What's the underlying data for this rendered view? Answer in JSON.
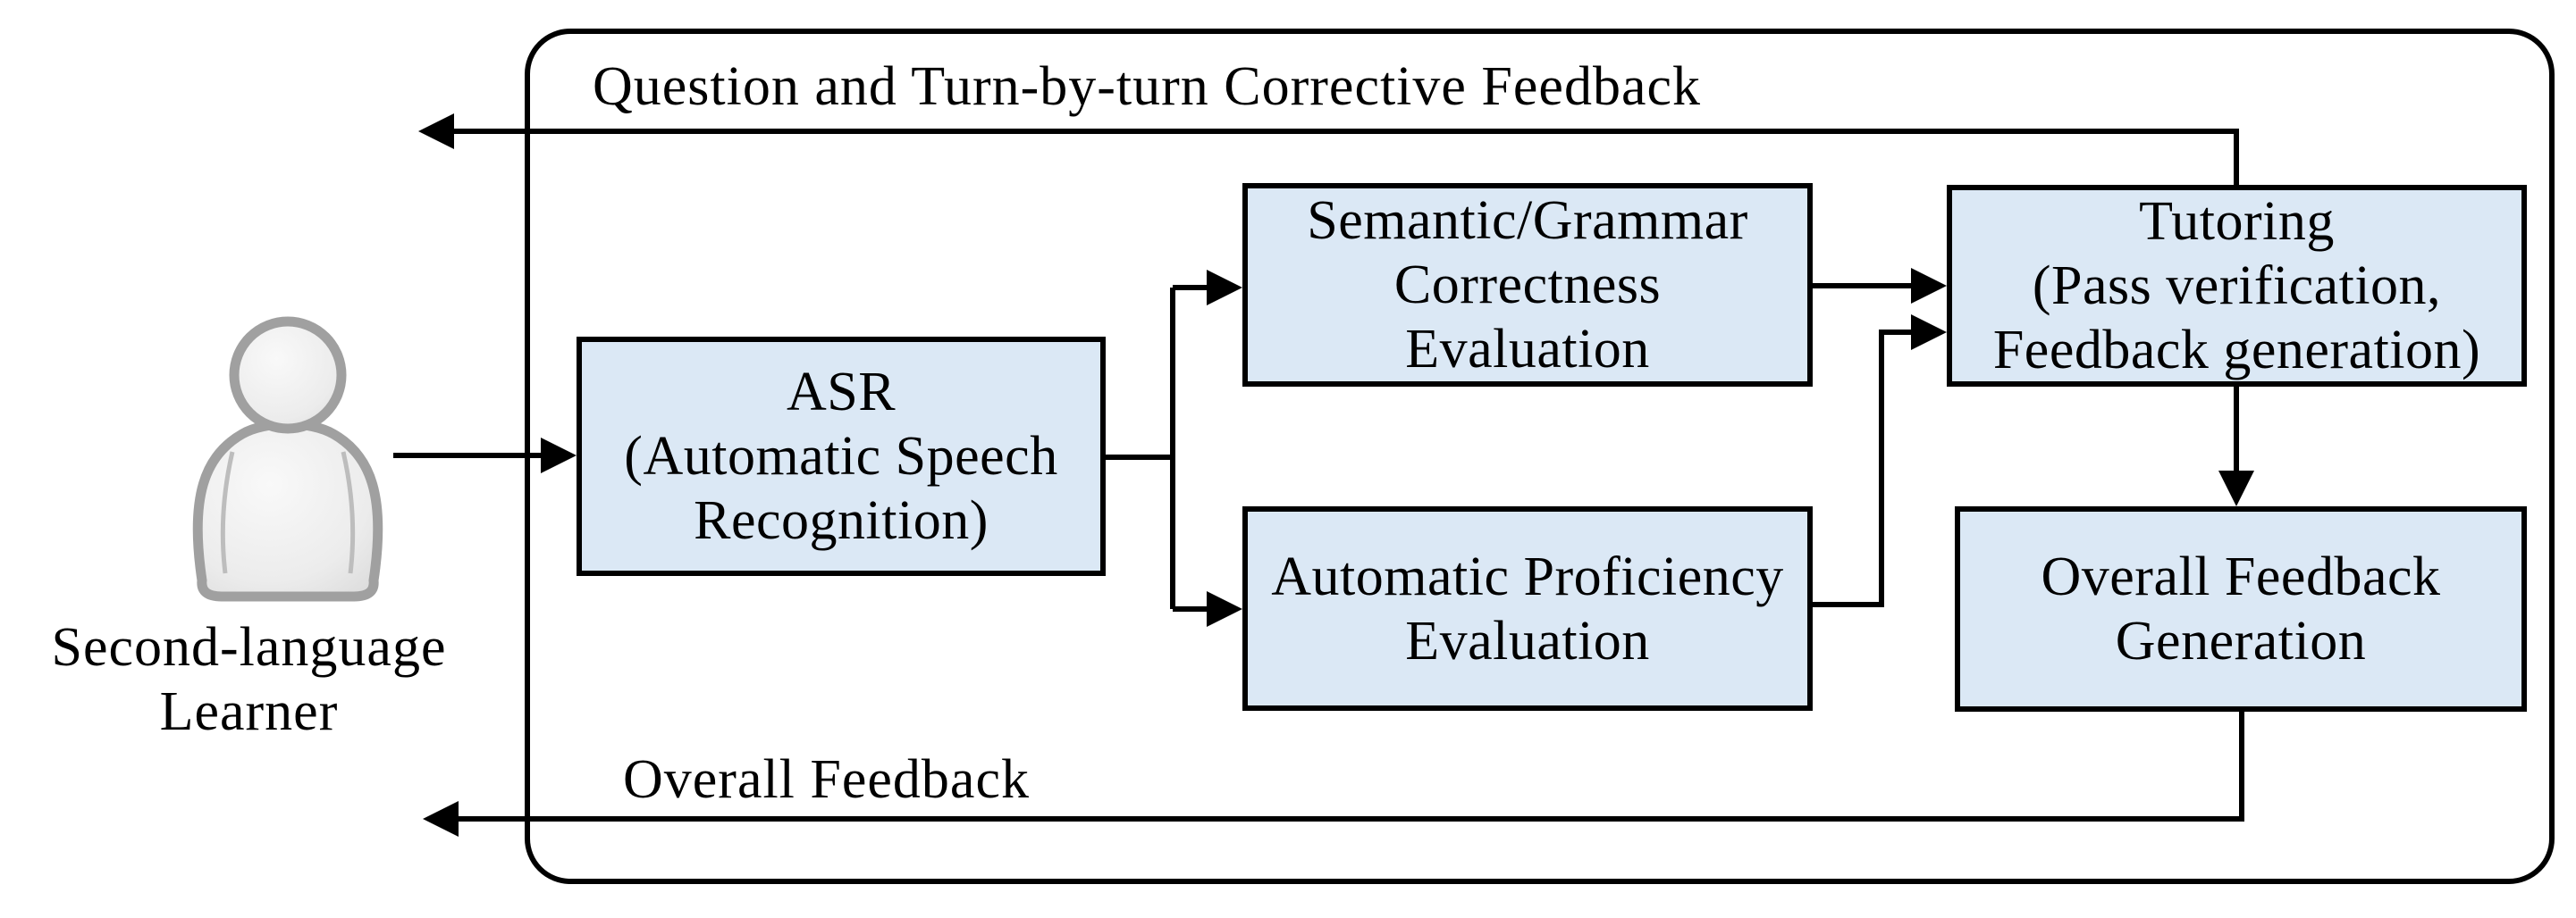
{
  "diagram": {
    "labels": {
      "top_feedback": "Question and Turn-by-turn Corrective Feedback",
      "bottom_feedback": "Overall Feedback",
      "learner": "Second-language\nLearner"
    },
    "boxes": {
      "asr": {
        "label": "ASR\n(Automatic Speech\nRecognition)"
      },
      "semantic_grammar": {
        "label": "Semantic/Grammar\nCorrectness\nEvaluation"
      },
      "proficiency": {
        "label": "Automatic Proficiency\nEvaluation"
      },
      "tutoring": {
        "label": "Tutoring\n(Pass verification,\nFeedback generation)"
      },
      "overall_feedback_generation": {
        "label": "Overall Feedback\nGeneration"
      }
    },
    "colors": {
      "canvas_background": "#ffffff",
      "box_fill": "#dbe8f5",
      "box_border": "#000000",
      "connector": "#000000",
      "person_fill": "#ececec",
      "person_outline": "#a0a0a0"
    }
  }
}
